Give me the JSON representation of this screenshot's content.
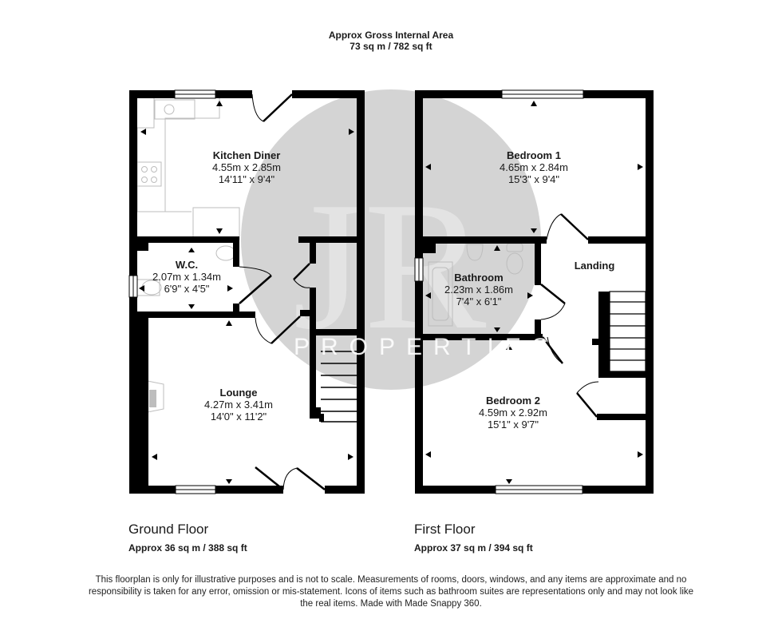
{
  "header": {
    "title": "Approx Gross Internal Area",
    "total_area": "73 sq m / 782 sq ft"
  },
  "watermark": {
    "monogram": "JR",
    "text": "PROPERTIES",
    "circle_color": "#d4d4d4"
  },
  "colors": {
    "wall": "#000000",
    "fixture_outline": "#bdbdbd",
    "background": "#ffffff"
  },
  "ground_floor": {
    "title": "Ground Floor",
    "area": "Approx 36 sq m / 388 sq ft",
    "rooms": [
      {
        "name": "Kitchen Diner",
        "metric": "4.55m x 2.85m",
        "imperial": "14'11\" x 9'4\""
      },
      {
        "name": "W.C.",
        "metric": "2.07m x 1.34m",
        "imperial": "6'9\" x 4'5\""
      },
      {
        "name": "Lounge",
        "metric": "4.27m x 3.41m",
        "imperial": "14'0\" x 11'2\""
      }
    ]
  },
  "first_floor": {
    "title": "First Floor",
    "area": "Approx 37 sq m / 394 sq ft",
    "rooms": [
      {
        "name": "Bedroom 1",
        "metric": "4.65m x 2.84m",
        "imperial": "15'3\" x 9'4\""
      },
      {
        "name": "Bathroom",
        "metric": "2.23m x 1.86m",
        "imperial": "7'4\" x 6'1\""
      },
      {
        "name": "Landing"
      },
      {
        "name": "Bedroom 2",
        "metric": "4.59m x 2.92m",
        "imperial": "15'1\" x 9'7\""
      }
    ]
  },
  "disclaimer": "This floorplan is only for illustrative purposes and is not to scale. Measurements of rooms, doors, windows, and any items are approximate and no responsibility is taken for any error, omission or mis-statement. Icons of items such as bathroom suites are representations only and may not look like the real items. Made with Made Snappy 360."
}
